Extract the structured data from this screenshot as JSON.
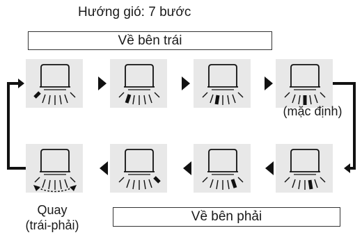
{
  "title": "Hướng gió: 7 bước",
  "left_label": "Về bên trái",
  "right_label": "Về bên phải",
  "default_label": "(mặc định)",
  "swing_label_line1": "Quay",
  "swing_label_line2": "(trái-phải)",
  "top_row": [
    {
      "name": "step-1-far-left",
      "highlight": 0
    },
    {
      "name": "step-2-left",
      "highlight": 1
    },
    {
      "name": "step-3-center-left",
      "highlight": 2
    },
    {
      "name": "step-4-center",
      "highlight": 3
    }
  ],
  "bottom_row": [
    {
      "name": "swing-left-right",
      "highlight": -1,
      "swing": true
    },
    {
      "name": "step-7-far-right",
      "highlight": 6
    },
    {
      "name": "step-6-right",
      "highlight": 5
    },
    {
      "name": "step-5-center-right",
      "highlight": 4
    }
  ]
}
